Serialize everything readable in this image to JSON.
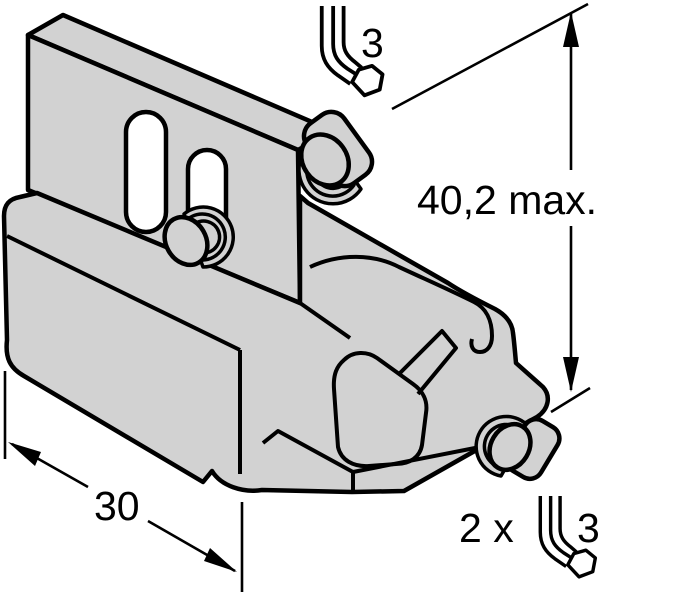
{
  "drawing": {
    "subject": "mounting-clamp-bracket-isometric-view",
    "body_fill": "#d2d2d2",
    "outline_color": "#000000",
    "background_color": "#ffffff"
  },
  "dimensions": {
    "height": {
      "label": "40,2 max."
    },
    "width": {
      "label": "30"
    },
    "hex_key_top": {
      "size": "3"
    },
    "hex_key_bottom": {
      "quantity": "2 x",
      "size": "3"
    }
  }
}
